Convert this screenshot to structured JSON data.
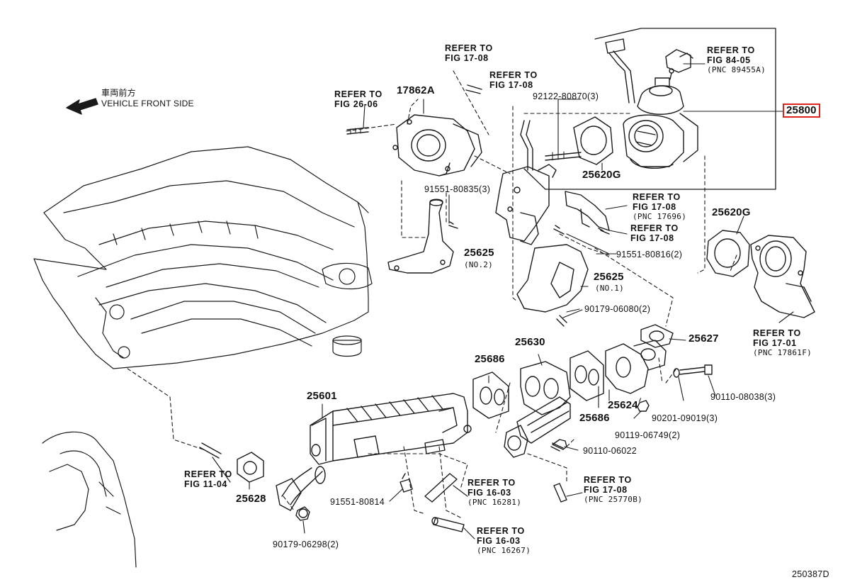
{
  "highlight_color": "#e0231c",
  "line_color": "#1a1a1a",
  "orientation": {
    "jp": "車両前方",
    "en": "VEHICLE FRONT SIDE",
    "icon": "arrow-left-icon"
  },
  "figure_number": "250387D",
  "parts": {
    "p25800": "25800",
    "p17862A": "17862A",
    "p25620G_a": "25620G",
    "p25620G_b": "25620G",
    "p25625_no2": "25625",
    "p25625_no2_sub": "(NO.2)",
    "p25625_no1": "25625",
    "p25625_no1_sub": "(NO.1)",
    "p25627": "25627",
    "p25630": "25630",
    "p25686_a": "25686",
    "p25686_b": "25686",
    "p25624": "25624",
    "p25601": "25601",
    "p25628": "25628"
  },
  "part_numbers": {
    "n92122": "92122-80870(3)",
    "n91551_835": "91551-80835(3)",
    "n91551_816": "91551-80816(2)",
    "n90179_080": "90179-06080(2)",
    "n90110_038": "90110-08038(3)",
    "n90201": "90201-09019(3)",
    "n90119": "90119-06749(2)",
    "n90110_022": "90110-06022",
    "n91551_814": "91551-80814",
    "n90179_298": "90179-06298(2)"
  },
  "refs": {
    "r1": {
      "l1": "REFER TO",
      "l2": "FIG 17-08"
    },
    "r2": {
      "l1": "REFER TO",
      "l2": "FIG 17-08"
    },
    "r3": {
      "l1": "REFER TO",
      "l2": "FIG 26-06"
    },
    "r4": {
      "l1": "REFER TO",
      "l2": "FIG 84-05",
      "pnc": "(PNC 89455A)"
    },
    "r5": {
      "l1": "REFER TO",
      "l2": "FIG 17-08",
      "pnc": "(PNC 17696)"
    },
    "r6": {
      "l1": "REFER TO",
      "l2": "FIG 17-08"
    },
    "r7": {
      "l1": "REFER TO",
      "l2": "FIG 17-01",
      "pnc": "(PNC 17861F)"
    },
    "r8": {
      "l1": "REFER TO",
      "l2": "FIG 11-04"
    },
    "r9": {
      "l1": "REFER TO",
      "l2": "FIG 16-03",
      "pnc": "(PNC 16281)"
    },
    "r10": {
      "l1": "REFER TO",
      "l2": "FIG 17-08",
      "pnc": "(PNC 25770B)"
    },
    "r11": {
      "l1": "REFER TO",
      "l2": "FIG 16-03",
      "pnc": "(PNC 16267)"
    }
  }
}
